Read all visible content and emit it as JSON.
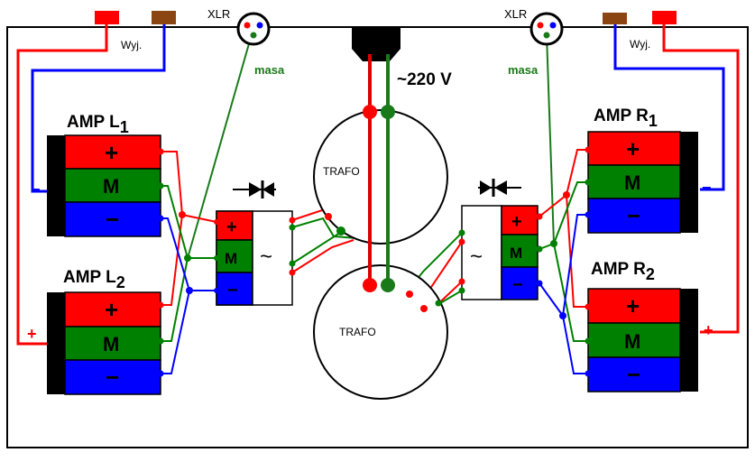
{
  "labels": {
    "xlr_left": "XLR",
    "xlr_right": "XLR",
    "wyj_left": "Wyj.",
    "wyj_right": "Wyj.",
    "masa_left": "masa",
    "masa_right": "masa",
    "mains": "~220 V",
    "trafo_top": "TRAFO",
    "trafo_bottom": "TRAFO",
    "amp_l1_main": "AMP L",
    "amp_l1_sub": "1",
    "amp_l2_main": "AMP L",
    "amp_l2_sub": "2",
    "amp_r1_main": "AMP R",
    "amp_r1_sub": "1",
    "amp_r2_main": "AMP R",
    "amp_r2_sub": "2",
    "plus": "+",
    "minus": "−",
    "mid": "M",
    "ac": "~",
    "plus_small": "+",
    "minus_small": "−"
  },
  "colors": {
    "red": "#ff0000",
    "green": "#008000",
    "blue": "#0000ff",
    "black": "#000000",
    "brown": "#8b4513",
    "dark_red": "#cc0000",
    "dark_green": "#1a7a1a"
  }
}
